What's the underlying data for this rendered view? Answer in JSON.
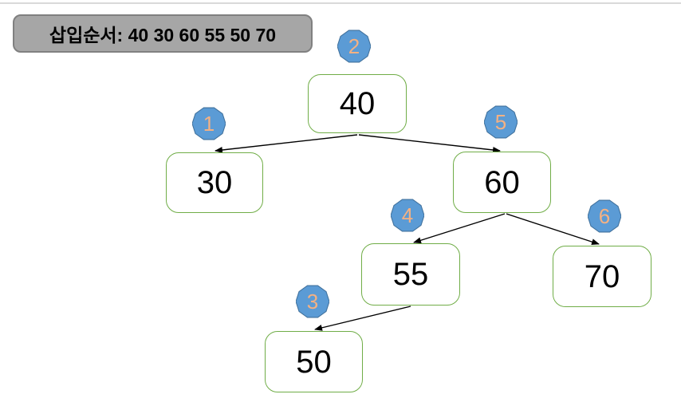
{
  "diagram_type": "binary-search-tree-insertion",
  "title_box": {
    "text": "삽입순서: 40 30 60 55 50 70"
  },
  "insertion_sequence": [
    "40",
    "30",
    "60",
    "55",
    "50",
    "70"
  ],
  "tree": {
    "nodes": [
      {
        "value": "40",
        "badge": "2",
        "parent": null,
        "side": "root"
      },
      {
        "value": "30",
        "badge": "1",
        "parent": "40",
        "side": "left"
      },
      {
        "value": "60",
        "badge": "5",
        "parent": "40",
        "side": "right"
      },
      {
        "value": "55",
        "badge": "4",
        "parent": "60",
        "side": "left"
      },
      {
        "value": "70",
        "badge": "6",
        "parent": "60",
        "side": "right"
      },
      {
        "value": "50",
        "badge": "3",
        "parent": "55",
        "side": "left"
      }
    ],
    "edges": [
      {
        "from": "40",
        "to": "30"
      },
      {
        "from": "40",
        "to": "60"
      },
      {
        "from": "60",
        "to": "55"
      },
      {
        "from": "60",
        "to": "70"
      },
      {
        "from": "55",
        "to": "50"
      }
    ]
  },
  "colors": {
    "node_border": "#70AD47",
    "node_fill": "#FFFFFF",
    "node_text": "#000000",
    "badge_fill": "#5B9BD5",
    "badge_border": "#41719C",
    "badge_text": "#F4B183",
    "edge": "#000000",
    "title_fill": "#A6A6A6",
    "title_border": "#808080",
    "title_text": "#000000",
    "top_rule": "#D9D9D9"
  }
}
